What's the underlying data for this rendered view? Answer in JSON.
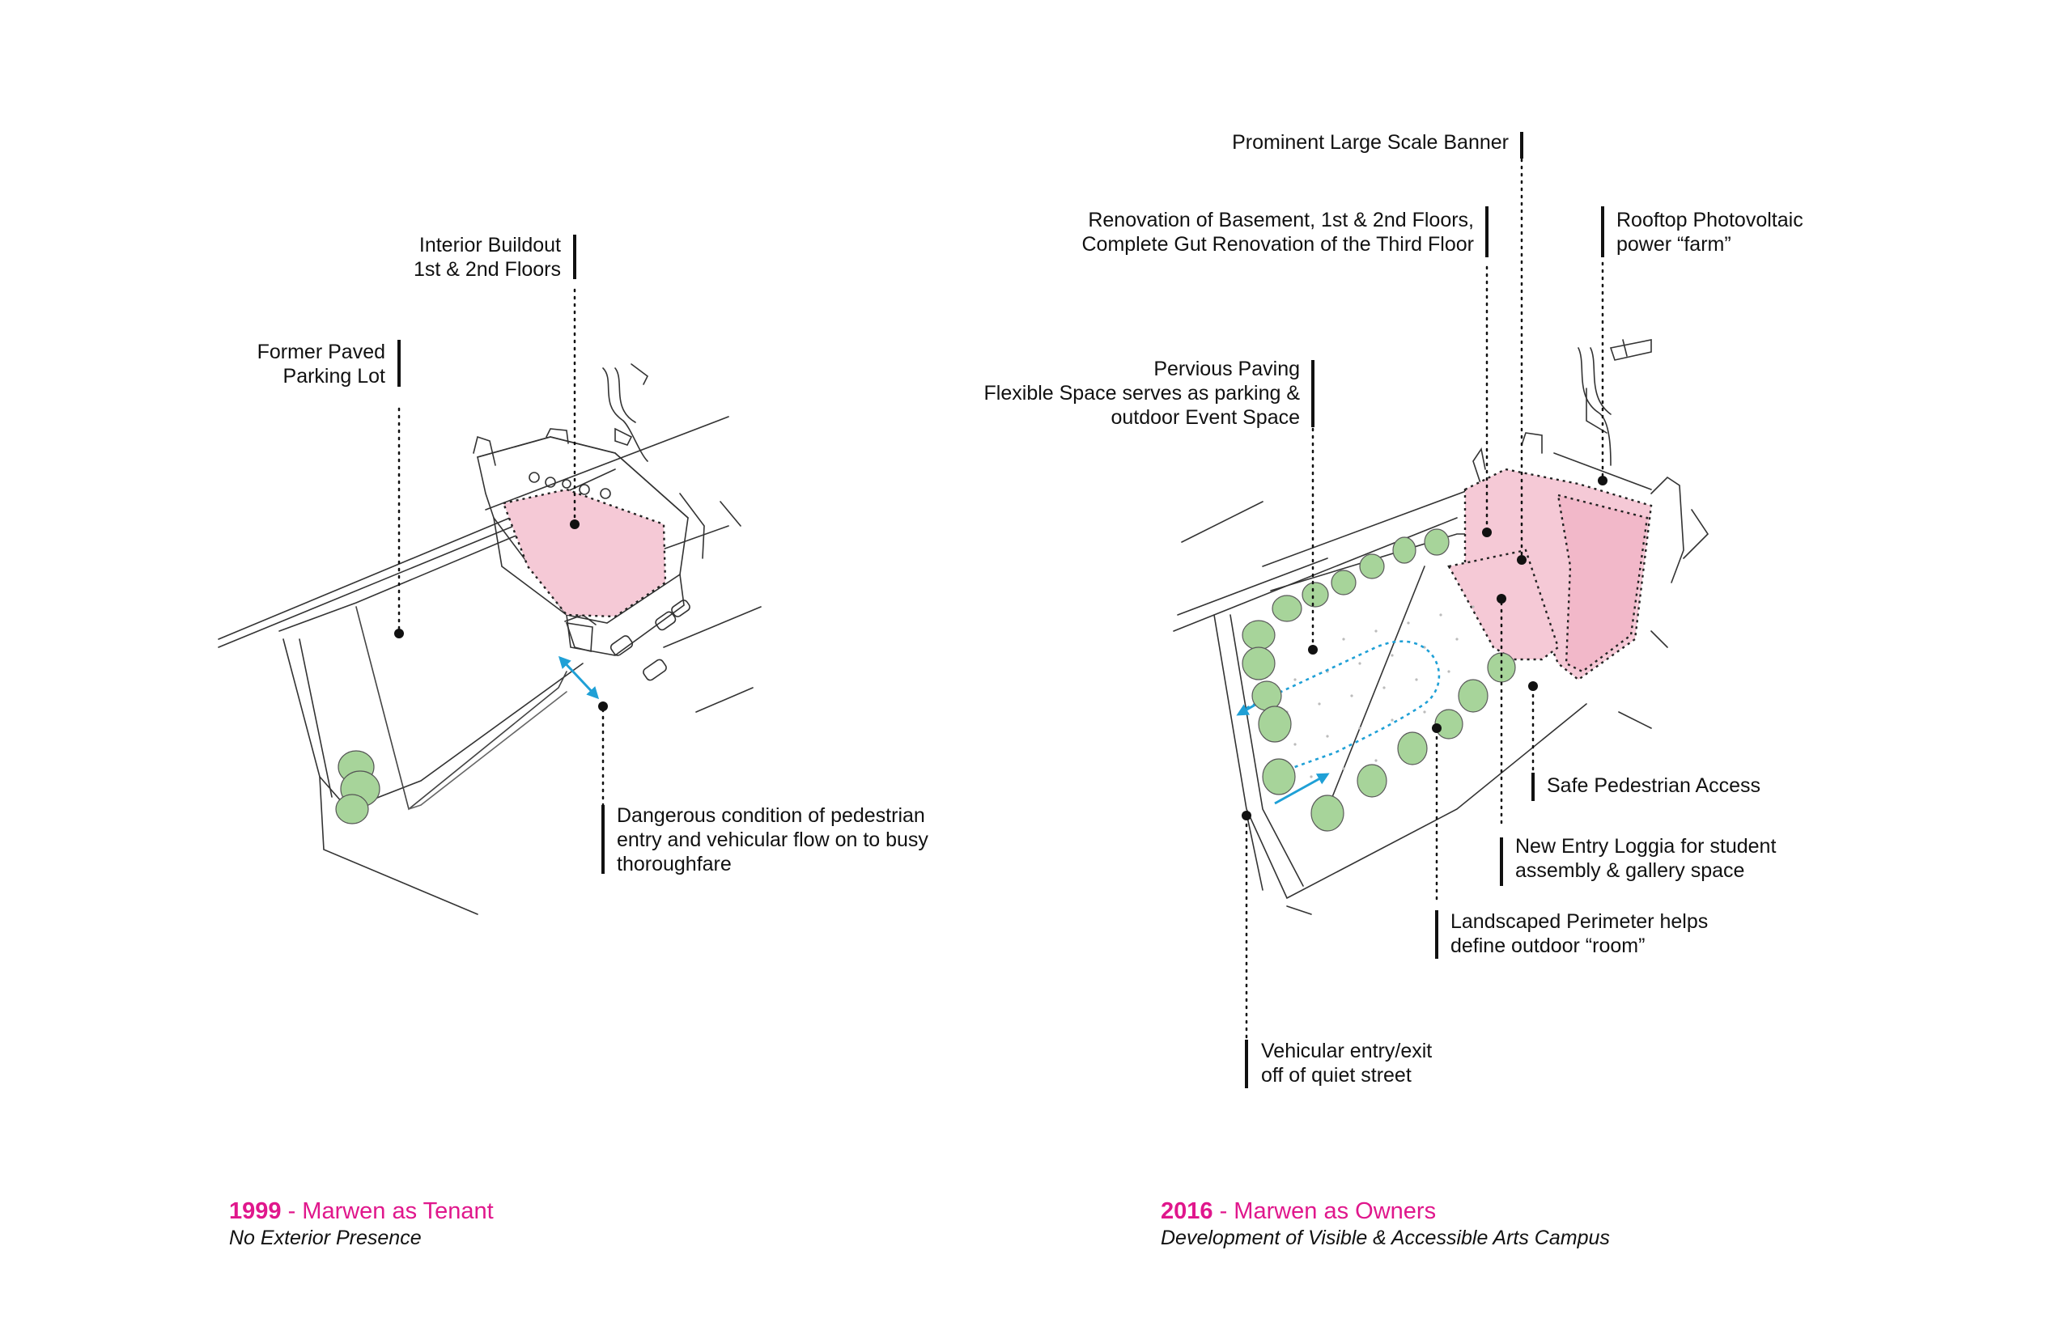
{
  "colors": {
    "accent": "#e0178c",
    "pink_fill": "#f5c9d6",
    "tree_green": "#a7d49a",
    "arrow_blue": "#1fa0d6",
    "ink": "#111111"
  },
  "left_panel": {
    "labels": {
      "interior_buildout": [
        "Interior Buildout",
        "1st & 2nd Floors"
      ],
      "former_lot": [
        "Former Paved",
        "Parking Lot"
      ],
      "dangerous": [
        "Dangerous condition of pedestrian",
        "entry and vehicular flow on to busy",
        "thoroughfare"
      ]
    },
    "caption": {
      "year": "1999",
      "title": " - Marwen as Tenant",
      "subtitle": "No Exterior Presence"
    }
  },
  "right_panel": {
    "labels": {
      "banner": [
        "Prominent Large Scale Banner"
      ],
      "renovation": [
        "Renovation of Basement, 1st & 2nd Floors,",
        "Complete Gut Renovation of the Third Floor"
      ],
      "rooftop_pv": [
        "Rooftop Photovoltaic",
        "power “farm”"
      ],
      "pervious": [
        "Pervious Paving",
        "Flexible Space serves as parking &",
        "outdoor Event Space"
      ],
      "safe_pedestrian": [
        "Safe Pedestrian Access"
      ],
      "entry_loggia": [
        "New Entry Loggia for student",
        "assembly & gallery space"
      ],
      "landscaped": [
        "Landscaped Perimeter helps",
        "define outdoor “room”"
      ],
      "vehicular": [
        "Vehicular entry/exit",
        "off of quiet street"
      ]
    },
    "caption": {
      "year": "2016",
      "title": " - Marwen as Owners",
      "subtitle": "Development of Visible & Accessible Arts Campus"
    }
  }
}
